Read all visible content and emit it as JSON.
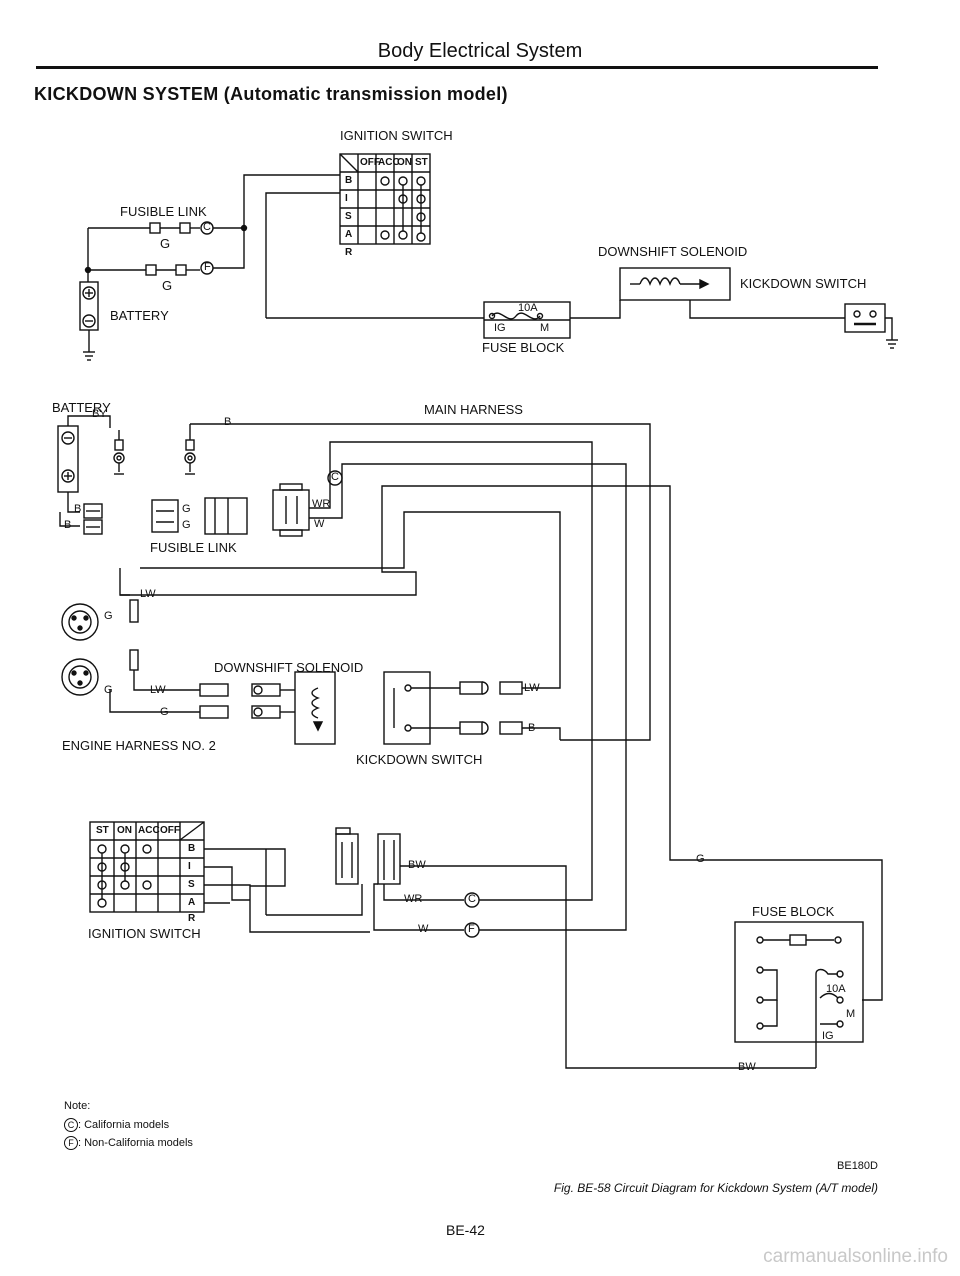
{
  "header": {
    "section": "Body Electrical System"
  },
  "title": "KICKDOWN SYSTEM (Automatic transmission model)",
  "schematic": {
    "ignition_switch": "IGNITION SWITCH",
    "switch_positions": [
      "OFF",
      "ACC",
      "ON",
      "ST"
    ],
    "switch_terminals": [
      "B",
      "I",
      "S",
      "A",
      "R"
    ],
    "fusible_link": "FUSIBLE LINK",
    "wire_g1": "G",
    "wire_g2": "G",
    "battery": "BATTERY",
    "downshift_solenoid": "DOWNSHIFT SOLENOID",
    "kickdown_switch": "KICKDOWN SWITCH",
    "fuse_rating": "10A",
    "fuse_ig": "IG",
    "fuse_m": "M",
    "fuse_block": "FUSE BLOCK",
    "mark_c": "C",
    "mark_f": "F"
  },
  "wiring": {
    "battery": "BATTERY",
    "by": "BY",
    "b_top": "B",
    "main_harness": "MAIN HARNESS",
    "b_left1": "B",
    "b_left2": "B",
    "g1": "G",
    "g2": "G",
    "fusible_link": "FUSIBLE LINK",
    "wr": "WR",
    "w": "W",
    "lw_upper": "LW",
    "g_conn1": "G",
    "g_conn2": "G",
    "downshift_solenoid": "DOWNSHIFT SOLENOID",
    "lw_lower": "LW",
    "g_lower": "G",
    "engine_harness": "ENGINE HARNESS NO. 2",
    "lw_right": "LW",
    "b_right": "B",
    "kickdown_switch": "KICKDOWN SWITCH",
    "ignition_switch": "IGNITION SWITCH",
    "switch_positions": [
      "ST",
      "ON",
      "ACC",
      "OFF"
    ],
    "switch_terminals": [
      "B",
      "I",
      "S",
      "A",
      "R"
    ],
    "bw": "BW",
    "wr_bottom": "WR",
    "w_bottom": "W",
    "g_right": "G",
    "fuse_block": "FUSE BLOCK",
    "fuse_rating": "10A",
    "fuse_m": "M",
    "fuse_ig": "IG",
    "bw_bottom": "BW",
    "mark_c": "C",
    "mark_f": "F"
  },
  "notes": {
    "heading": "Note:",
    "c_text": ": California models",
    "f_text": ": Non-California models",
    "mark_c": "C",
    "mark_f": "F"
  },
  "figure": {
    "code": "BE180D",
    "caption": "Fig. BE-58  Circuit Diagram for Kickdown System (A/T model)"
  },
  "page_number": "BE-42",
  "watermark": "carmanualsonline.info"
}
